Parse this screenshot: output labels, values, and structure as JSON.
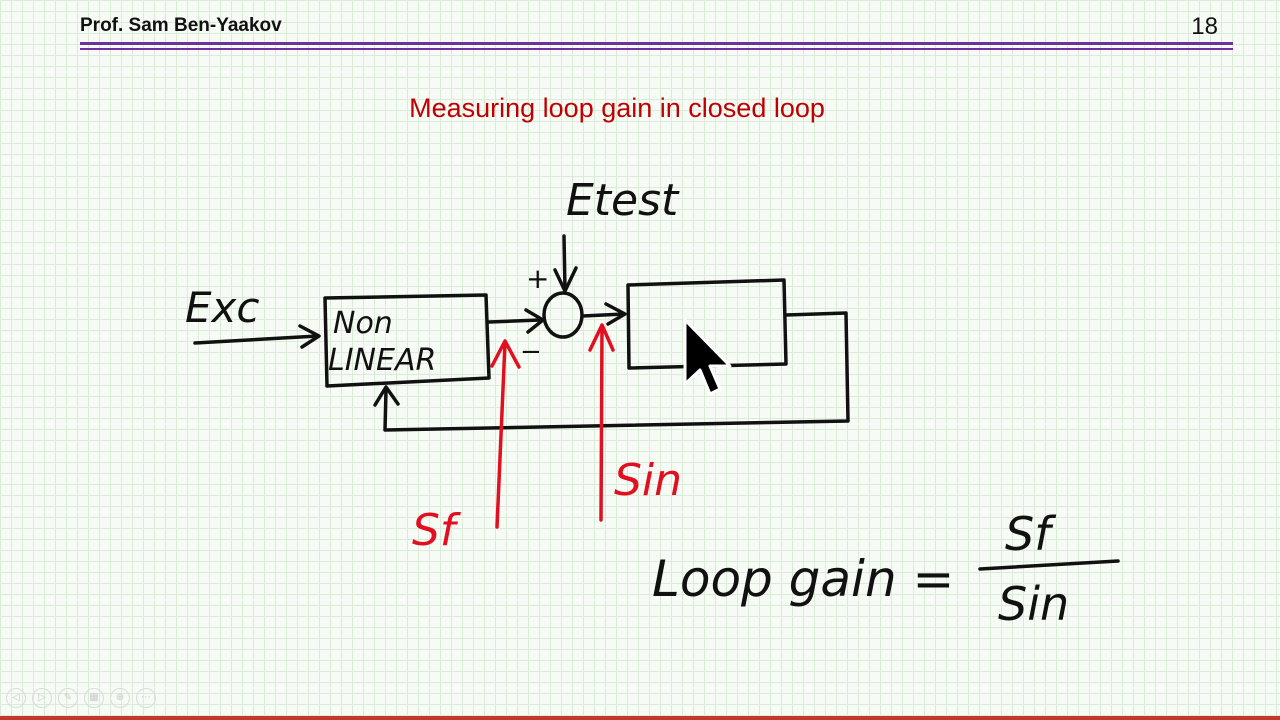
{
  "header": {
    "author": "Prof. Sam Ben-Yaakov",
    "slide_number": "18"
  },
  "title": "Measuring loop gain in closed loop",
  "diagram": {
    "input_label": "Exc",
    "block_label_line1": "Non",
    "block_label_line2": "LINEAR",
    "test_source_label": "Etest",
    "plus_sign": "+",
    "minus_sign": "−",
    "probe_f_label": "Sf",
    "probe_in_label": "Sin",
    "equation_lhs": "Loop gain =",
    "equation_numerator": "Sf",
    "equation_denominator": "Sin"
  },
  "colors": {
    "title": "#c00000",
    "rule": "#7030a0",
    "ink": "#111111",
    "probe": "#e01020"
  },
  "nav_icons": [
    "prev-icon",
    "next-icon",
    "pen-icon",
    "slides-icon",
    "zoom-icon",
    "more-icon"
  ]
}
